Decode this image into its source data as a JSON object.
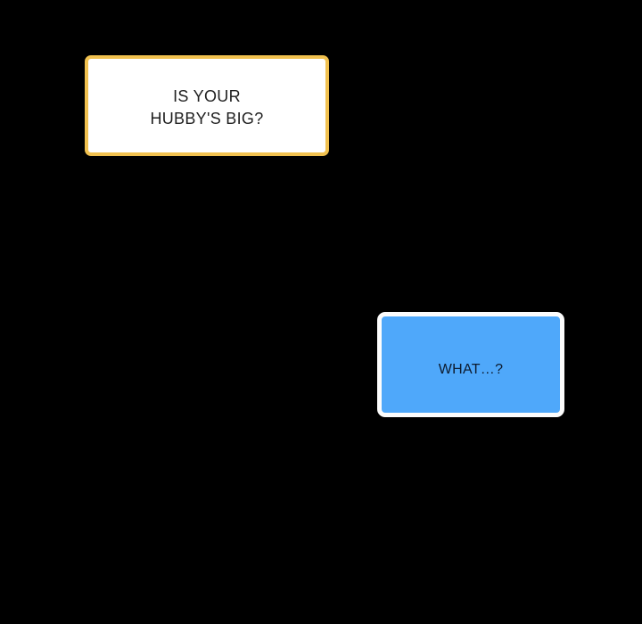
{
  "canvas": {
    "background": "#000000"
  },
  "bubbles": {
    "question": {
      "line1": "IS YOUR",
      "line2": "HUBBY'S BIG?",
      "fill": "#FFFFFF",
      "border": "#F1C14F",
      "text_color": "#1F1F1F"
    },
    "reply": {
      "text": "WHAT…?",
      "fill": "#4FA8FA",
      "border": "#FCFCFC",
      "text_color": "#0D1B2E"
    }
  }
}
